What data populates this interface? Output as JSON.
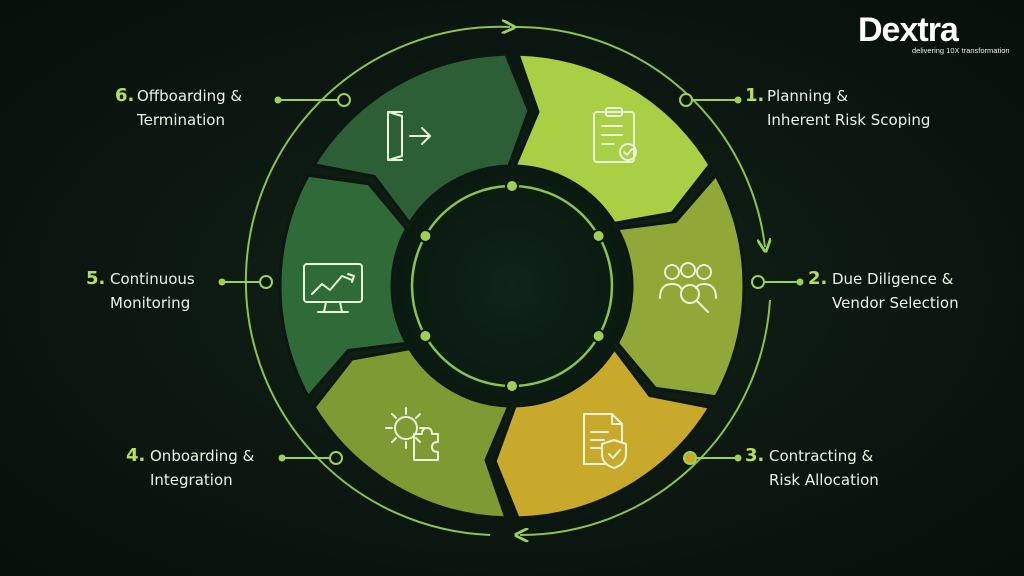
{
  "brand": {
    "name": "Dextra",
    "tagline": "delivering 10X transformation"
  },
  "colors": {
    "background": "#0b1710",
    "accent": "#b7e05a",
    "segment_planning": "#a9cf45",
    "segment_due_diligence": "#8fa838",
    "segment_contracting": "#c9a92c",
    "segment_onboarding": "#7e9a32",
    "segment_monitoring": "#2f6b38",
    "segment_offboarding": "#2c5f35"
  },
  "steps": [
    {
      "number": "1.",
      "line1": "Planning &",
      "line2": "Inherent Risk Scoping",
      "icon": "clipboard-check-icon"
    },
    {
      "number": "2.",
      "line1": "Due Diligence &",
      "line2": "Vendor Selection",
      "icon": "people-search-icon"
    },
    {
      "number": "3.",
      "line1": "Contracting &",
      "line2": "Risk Allocation",
      "icon": "document-shield-icon"
    },
    {
      "number": "4.",
      "line1": "Onboarding &",
      "line2": "Integration",
      "icon": "gear-puzzle-icon"
    },
    {
      "number": "5.",
      "line1": "Continuous",
      "line2": "Monitoring",
      "icon": "monitor-chart-icon"
    },
    {
      "number": "6.",
      "line1": "Offboarding &",
      "line2": "Termination",
      "icon": "exit-door-icon"
    }
  ]
}
